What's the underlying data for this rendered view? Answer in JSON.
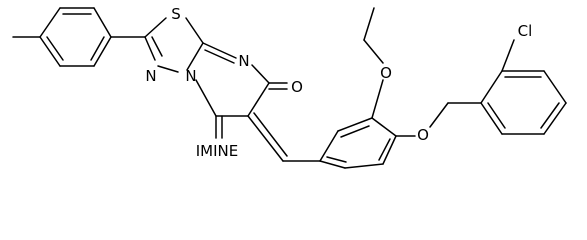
{
  "atom_labels": {
    "sulfur": "S",
    "n_ring_top": "N",
    "carbonyl_o": "O",
    "n_ring_left": "N",
    "n_bridge": "N",
    "imine": "IMINE",
    "ethoxy_o": "O",
    "benzyloxy_o": "O",
    "chloro": "Cl"
  },
  "colors": {
    "bond": "#000000",
    "label": "#000000",
    "background": "#ffffff"
  }
}
